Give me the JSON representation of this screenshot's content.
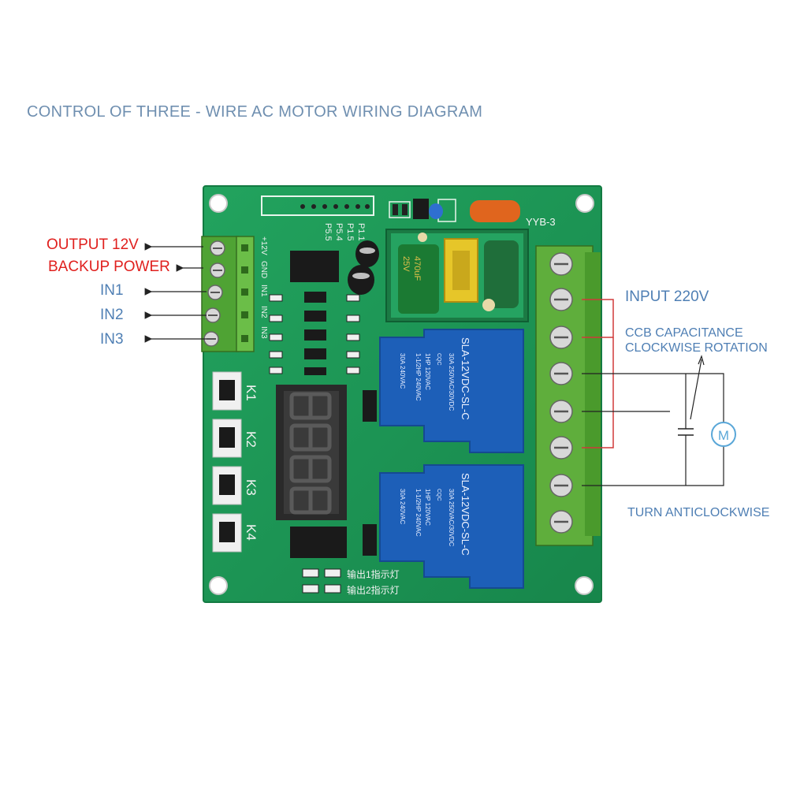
{
  "title": "CONTROL OF THREE - WIRE AC MOTOR WIRING DIAGRAM",
  "left_labels": {
    "output": "OUTPUT 12V",
    "backup": "BACKUP POWER",
    "in1": "IN1",
    "in2": "IN2",
    "in3": "IN3"
  },
  "right_labels": {
    "input": "INPUT 220V",
    "ccb_line1": "CCB CAPACITANCE",
    "ccb_line2": "CLOCKWISE ROTATION",
    "anticlockwise": "TURN ANTICLOCKWISE",
    "motor": "M"
  },
  "board": {
    "model": "YYB-3",
    "header_pins": "P1.1",
    "header_pins_2": "P1.5",
    "header_pins_3": "P5.4",
    "header_pins_4": "P5.5",
    "terminal_labels": [
      "+12V",
      "GND",
      "IN1",
      "IN2",
      "IN3"
    ],
    "keys": [
      "K1",
      "K2",
      "K3",
      "K4"
    ],
    "relay_model": "SLA-12VDC-SL-C",
    "relay_line1": "30A  250VAC/30VDC",
    "relay_line2": "30A 240VAC",
    "relay_line3": "1HP 120VAC",
    "relay_line4": "1-1/2HP 240VAC",
    "relay_badge": "CQC",
    "cap_text": "470uF",
    "cap_text_2": "25V",
    "led1_label": "输出1指示灯",
    "led2_label": "输出2指示灯"
  },
  "colors": {
    "pcb": "#1f9a57",
    "relay": "#1d5fb8",
    "terminal": "#5fae3c",
    "red_label": "#e0201e",
    "blue_label": "#4f7fb4",
    "title": "#6f8fb0"
  }
}
